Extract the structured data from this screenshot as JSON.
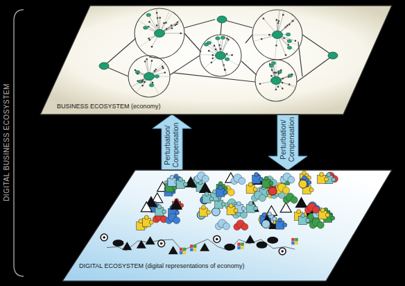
{
  "diagram": {
    "nodes": [
      {
        "text": [
          "BUSINESS ECOSYSTEM (economy)"
        ]
      },
      {
        "text": [
          "DIGITAL ECOSYSTEM (digital representations of economy)"
        ]
      }
    ],
    "edges": [
      {
        "from": 1,
        "to": 0,
        "arrow": "to",
        "label": "Perturbation/ Compensation"
      },
      {
        "from": 0,
        "to": 1,
        "arrow": "to",
        "label": "Perturbation/ Compensation"
      }
    ],
    "labels": [
      "DIGITAL BUSINESS ECOSYSTEM"
    ]
  }
}
